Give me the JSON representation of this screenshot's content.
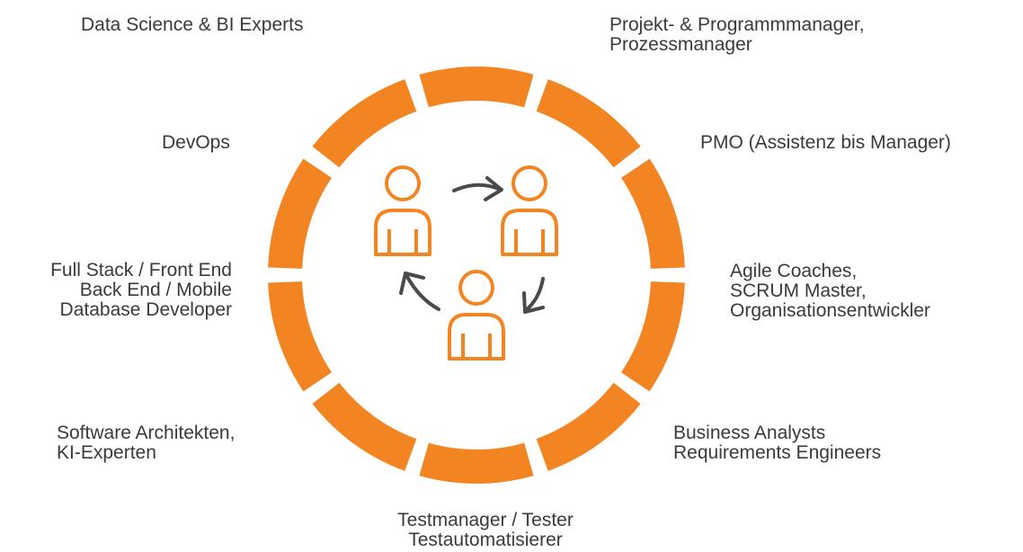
{
  "colors": {
    "ring": "#f28522",
    "people": "#f28522",
    "arrows": "#4a4a4a",
    "text": "#3a3a3a",
    "background": "#ffffff"
  },
  "roles": [
    {
      "id": "data-science",
      "lines": [
        "Data Science & BI Experts"
      ]
    },
    {
      "id": "projekt-manager",
      "lines": [
        "Projekt- & Programmmanager,",
        "Prozessmanager"
      ]
    },
    {
      "id": "pmo",
      "lines": [
        "PMO (Assistenz bis Manager)"
      ]
    },
    {
      "id": "agile-coaches",
      "lines": [
        "Agile Coaches,",
        "SCRUM Master,",
        "Organisationsentwickler"
      ]
    },
    {
      "id": "business-analysts",
      "lines": [
        "Business Analysts",
        "Requirements Engineers"
      ]
    },
    {
      "id": "testmanager",
      "lines": [
        "Testmanager / Tester",
        "Testautomatisierer"
      ]
    },
    {
      "id": "software-architekten",
      "lines": [
        "Software Architekten,",
        "KI-Experten"
      ]
    },
    {
      "id": "developers",
      "lines": [
        "Full Stack / Front End",
        "Back End / Mobile",
        "Database Developer"
      ]
    },
    {
      "id": "devops",
      "lines": [
        "DevOps"
      ]
    }
  ],
  "ring": {
    "segments": 10
  },
  "icons": [
    "person-icon",
    "person-icon",
    "person-icon",
    "arrow-icon",
    "arrow-icon",
    "arrow-icon"
  ]
}
